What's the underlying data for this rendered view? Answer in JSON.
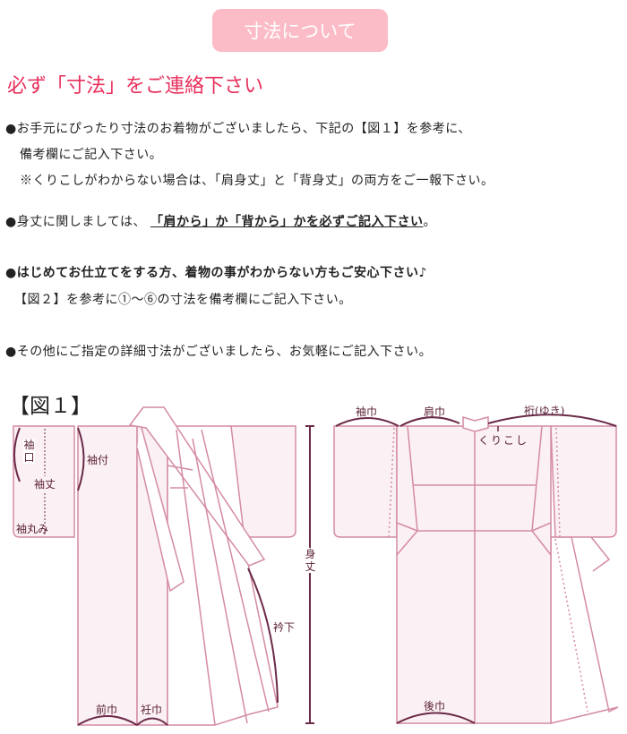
{
  "header_button": "寸法について",
  "title": "必ず「寸法」をご連絡下さい",
  "paragraphs": {
    "p1_line1": "●お手元にぴったり寸法のお着物がございましたら、下記の【図１】を参考に、",
    "p1_line2": "備考欄にご記入下さい。",
    "p1_line3": "※くりこしがわからない場合は、「肩身丈」と「背身丈」の両方をご一報下さい。",
    "p2_prefix": "●身丈に関しましては、",
    "p2_underlined": "「肩から」か「背から」かを必ずご記入下さい",
    "p2_suffix": "。",
    "p3_line1": "●はじめてお仕立てをする方、着物の事がわからない方もご安心下さい♪",
    "p3_line2": "【図２】を参考に①～⑥の寸法を備考欄にご記入下さい。",
    "p4_line1": "●その他にご指定の詳細寸法がございましたら、お気軽にご記入下さい。"
  },
  "figure1": {
    "caption": "【図１】",
    "labels": {
      "sode_guchi_1": "袖",
      "sode_guchi_2": "口",
      "sode_tsuke": "袖付",
      "sode_take": "袖丈",
      "sode_marumi": "袖丸み",
      "mi_take_1": "身",
      "mi_take_2": "丈",
      "eri_shita": "衿下",
      "mae_haba": "前巾",
      "okumi_haba": "衽巾",
      "sode_haba": "袖巾",
      "kata_haba": "肩巾",
      "yuki": "裄(ゆき)",
      "kurikoshi": "くりこし",
      "ushiro_haba": "後巾"
    }
  },
  "colors": {
    "accent": "#e8305c",
    "button": "#fbbcc7",
    "line": "#d48ba3",
    "dark": "#6b2a48",
    "fill": "#fbf1f4"
  }
}
